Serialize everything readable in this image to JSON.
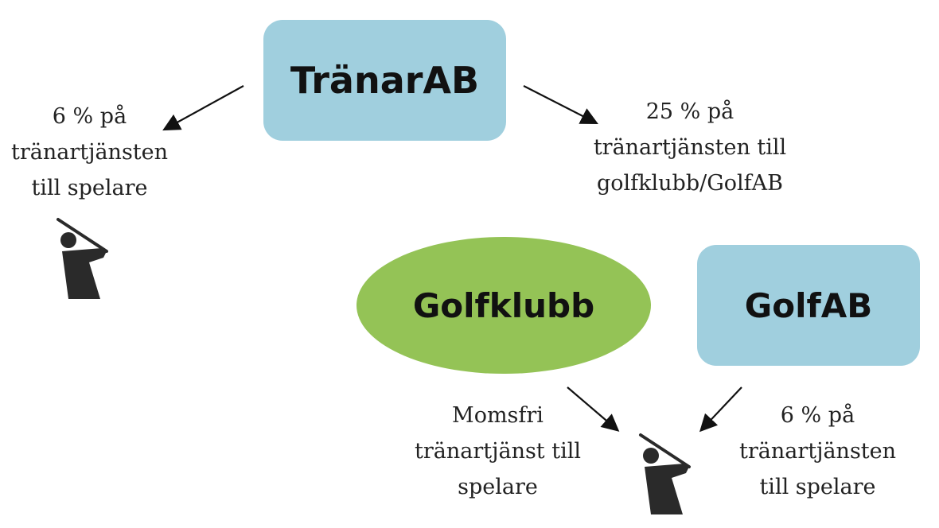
{
  "colors": {
    "box_fill": "#a0cfde",
    "ellipse_fill": "#94c356",
    "arrow": "#111111",
    "golfer": "#2a2a2a"
  },
  "nodes": {
    "tranar_ab": "TränarAB",
    "golfklubb": "Golfklubb",
    "golf_ab": "GolfAB"
  },
  "labels": {
    "left_vat": [
      "6 % på",
      "tränartjänsten",
      "till spelare"
    ],
    "right_vat": [
      "25 % på",
      "tränartjänsten till",
      "golfklubb/GolfAB"
    ],
    "club_vat": [
      "Momsfri",
      "tränartjänst till",
      "spelare"
    ],
    "golfab_vat": [
      "6 % på",
      "tränartjänsten",
      "till spelare"
    ]
  },
  "icons": [
    "golfer-icon",
    "golfer-icon"
  ]
}
